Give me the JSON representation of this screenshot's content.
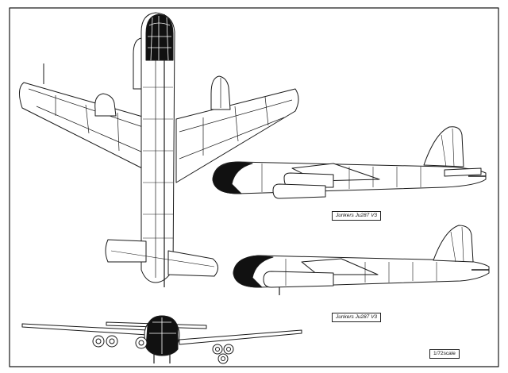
{
  "labels": {
    "side_view_top": "Junkers Ju287 V3",
    "side_view_bottom": "Junkers Ju287 V3",
    "scale": "1/72scale"
  },
  "colors": {
    "line": "#1a1a1a",
    "canopy": "#111111",
    "background": "#ffffff"
  }
}
